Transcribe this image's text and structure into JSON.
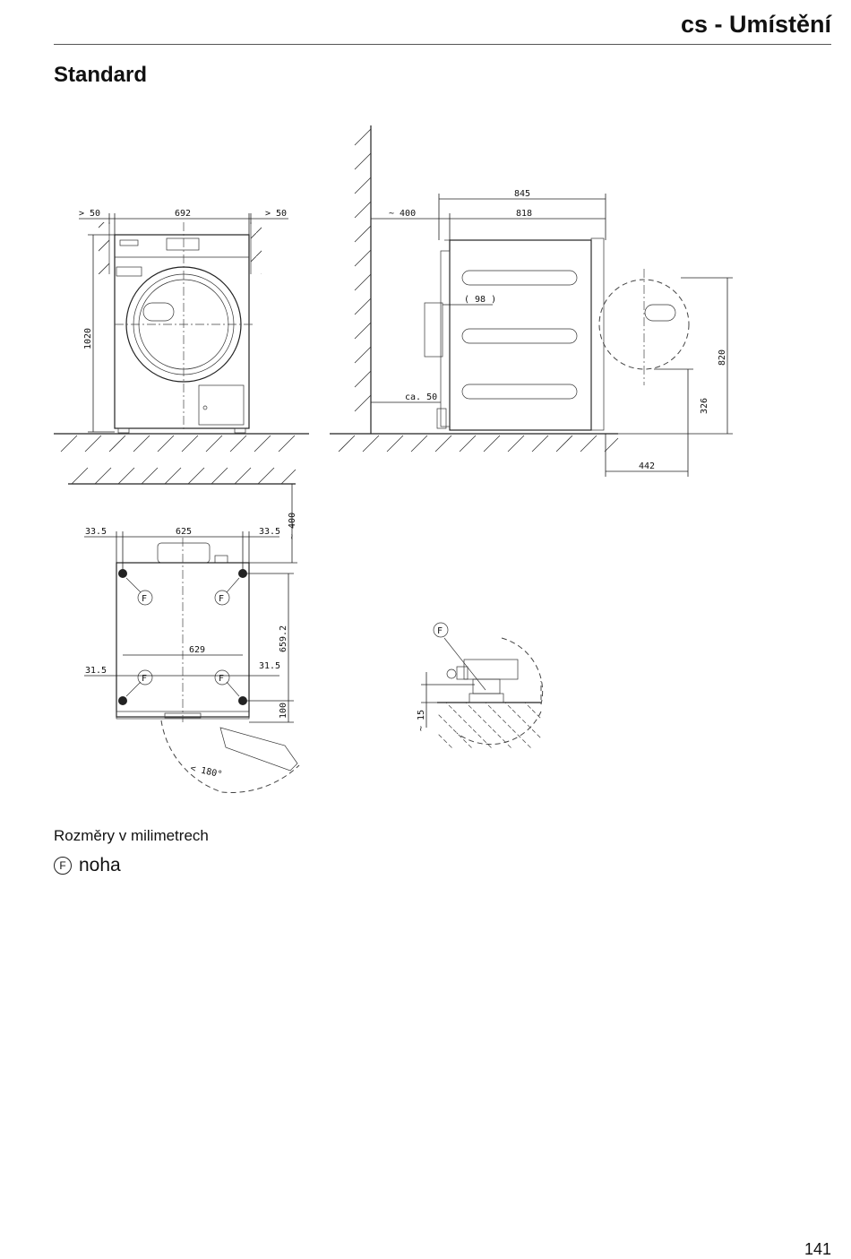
{
  "header": {
    "title": "cs - Umístění"
  },
  "section": {
    "title": "Standard"
  },
  "front_view": {
    "dim_left": "> 50",
    "dim_width": "692",
    "dim_right": "> 50",
    "dim_height": "1020"
  },
  "side_view": {
    "dim_total": "845",
    "dim_body": "818",
    "dim_wall": "~ 400",
    "dim_connector": "( 98 )",
    "dim_hose": "ca. 50",
    "dim_door_height": "820",
    "dim_door_low": "326",
    "dim_door_reach": "442"
  },
  "top_view": {
    "dim_wall": "~ 400",
    "dim_top_left": "33.5",
    "dim_top_width": "625",
    "dim_top_right": "33.5",
    "dim_depth": "659.2",
    "dim_bottom_width": "629",
    "dim_bottom_left": "31.5",
    "dim_bottom_right": "31.5",
    "dim_front": "100",
    "door_angle": "< 180°",
    "foot_marker": "F"
  },
  "detail_view": {
    "foot_marker": "F",
    "dim_foot": "~ 15"
  },
  "caption": "Rozměry v milimetrech",
  "legend": {
    "symbol": "F",
    "label": "noha"
  },
  "page_number": "141"
}
